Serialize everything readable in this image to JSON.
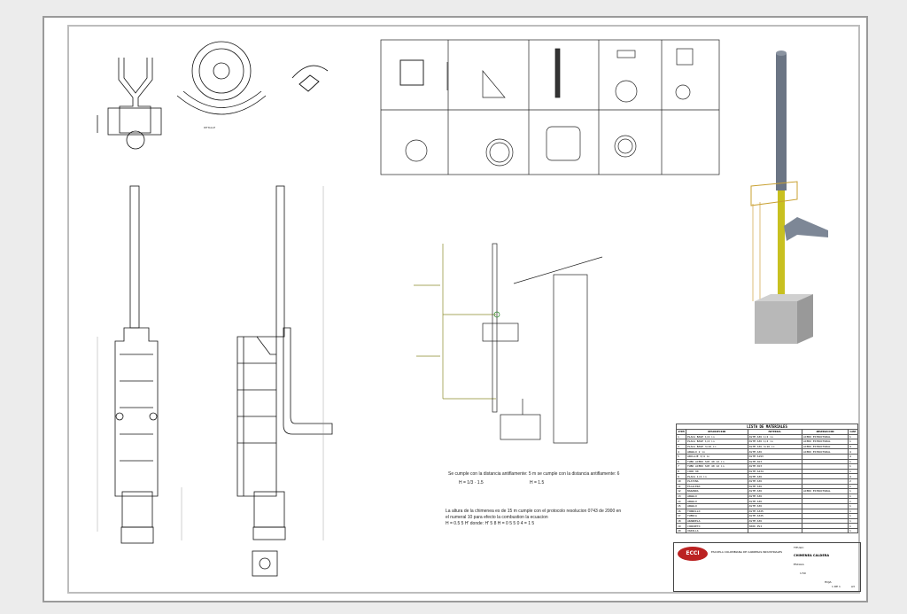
{
  "drawing": {
    "notes": {
      "line1": "Se cumple con la distancia antiflamente: 5 m se cumple con la distancia antiflamente: 6",
      "formula1": "H = 1/3 · 1.5",
      "formula2": "H = 1.5",
      "line2": "La altura de la chimenea es de 15 m  cumple con el protocolo resolucion 0743 de 2000 en",
      "line3": "el numeral 10 para efecto la combustion la ecuacion",
      "line4": "H = 0.5 5 H' donde: H' 5 8      H = 0 5 5 0 4 = 1 5"
    },
    "materials_title": "LISTA DE MATERIALES",
    "materials_headers": [
      "ITEM",
      "DESCRIPCION",
      "MATERIAL",
      "OBSERVACION",
      "CANT"
    ],
    "materials_rows": [
      [
        "1",
        "PLACA BASE 1/4 in",
        "ASTM A36 1/4 in",
        "ACERO ESTRUCTURAL",
        "1"
      ],
      [
        "2",
        "PLACA BASE 1/4 in",
        "ASTM A36 1/4 in",
        "ACERO ESTRUCTURAL",
        "1"
      ],
      [
        "3",
        "PLACA BASE 3/16 in",
        "ASTM A36 3/16 in",
        "ACERO ESTRUCTURAL",
        "4"
      ],
      [
        "4",
        "ANGULO 2 in",
        "ASTM A36",
        "ACERO ESTRUCTURAL",
        "4"
      ],
      [
        "5",
        "ANCLAJE 3/4 in",
        "ASTM A193",
        "",
        "4"
      ],
      [
        "6",
        "TUBO ACERO SCH 40 12 in",
        "ASTM A53",
        "",
        "1"
      ],
      [
        "7",
        "TUBO ACERO SCH 40 12 in",
        "ASTM A53",
        "",
        "1"
      ],
      [
        "8",
        "CODO 90",
        "ASTM A234",
        "",
        "1"
      ],
      [
        "9",
        "PLACA 1/4 in",
        "ASTM A36",
        "",
        "4"
      ],
      [
        "10",
        "PLATINA",
        "ASTM A36",
        "",
        "2"
      ],
      [
        "11",
        "ESCALERA",
        "ASTM A36",
        "",
        "1"
      ],
      [
        "12",
        "BARANDA",
        "ASTM A36",
        "ACERO ESTRUCTURAL",
        "1"
      ],
      [
        "13",
        "ANGULO",
        "ASTM A36",
        "",
        "1"
      ],
      [
        "14",
        "ANGULO",
        "ASTM A36",
        "",
        "1"
      ],
      [
        "15",
        "ANGULO",
        "ASTM A36",
        "",
        "1"
      ],
      [
        "16",
        "TORNILLO",
        "ASTM A325",
        "",
        "1"
      ],
      [
        "17",
        "TUERCA",
        "ASTM A325",
        "",
        "1"
      ],
      [
        "18",
        "ARANDELA",
        "ASTM A36",
        "",
        "1"
      ],
      [
        "19",
        "CONCRETO",
        "3000 PSI",
        "",
        "1"
      ],
      [
        "20",
        "VARILLA",
        "",
        "",
        "1"
      ]
    ],
    "title_block": {
      "company": "ECCI",
      "university": "ESCUELA COLOMBIANA DE CARRERAS INDUSTRIALES",
      "title_label": "TITULO:",
      "title": "CHIMENEA CALDERA",
      "scale_label": "ESCALA",
      "scale": "1:50",
      "sheet_label": "HOJA",
      "sheet": "1 DE 1",
      "size": "A3"
    }
  }
}
